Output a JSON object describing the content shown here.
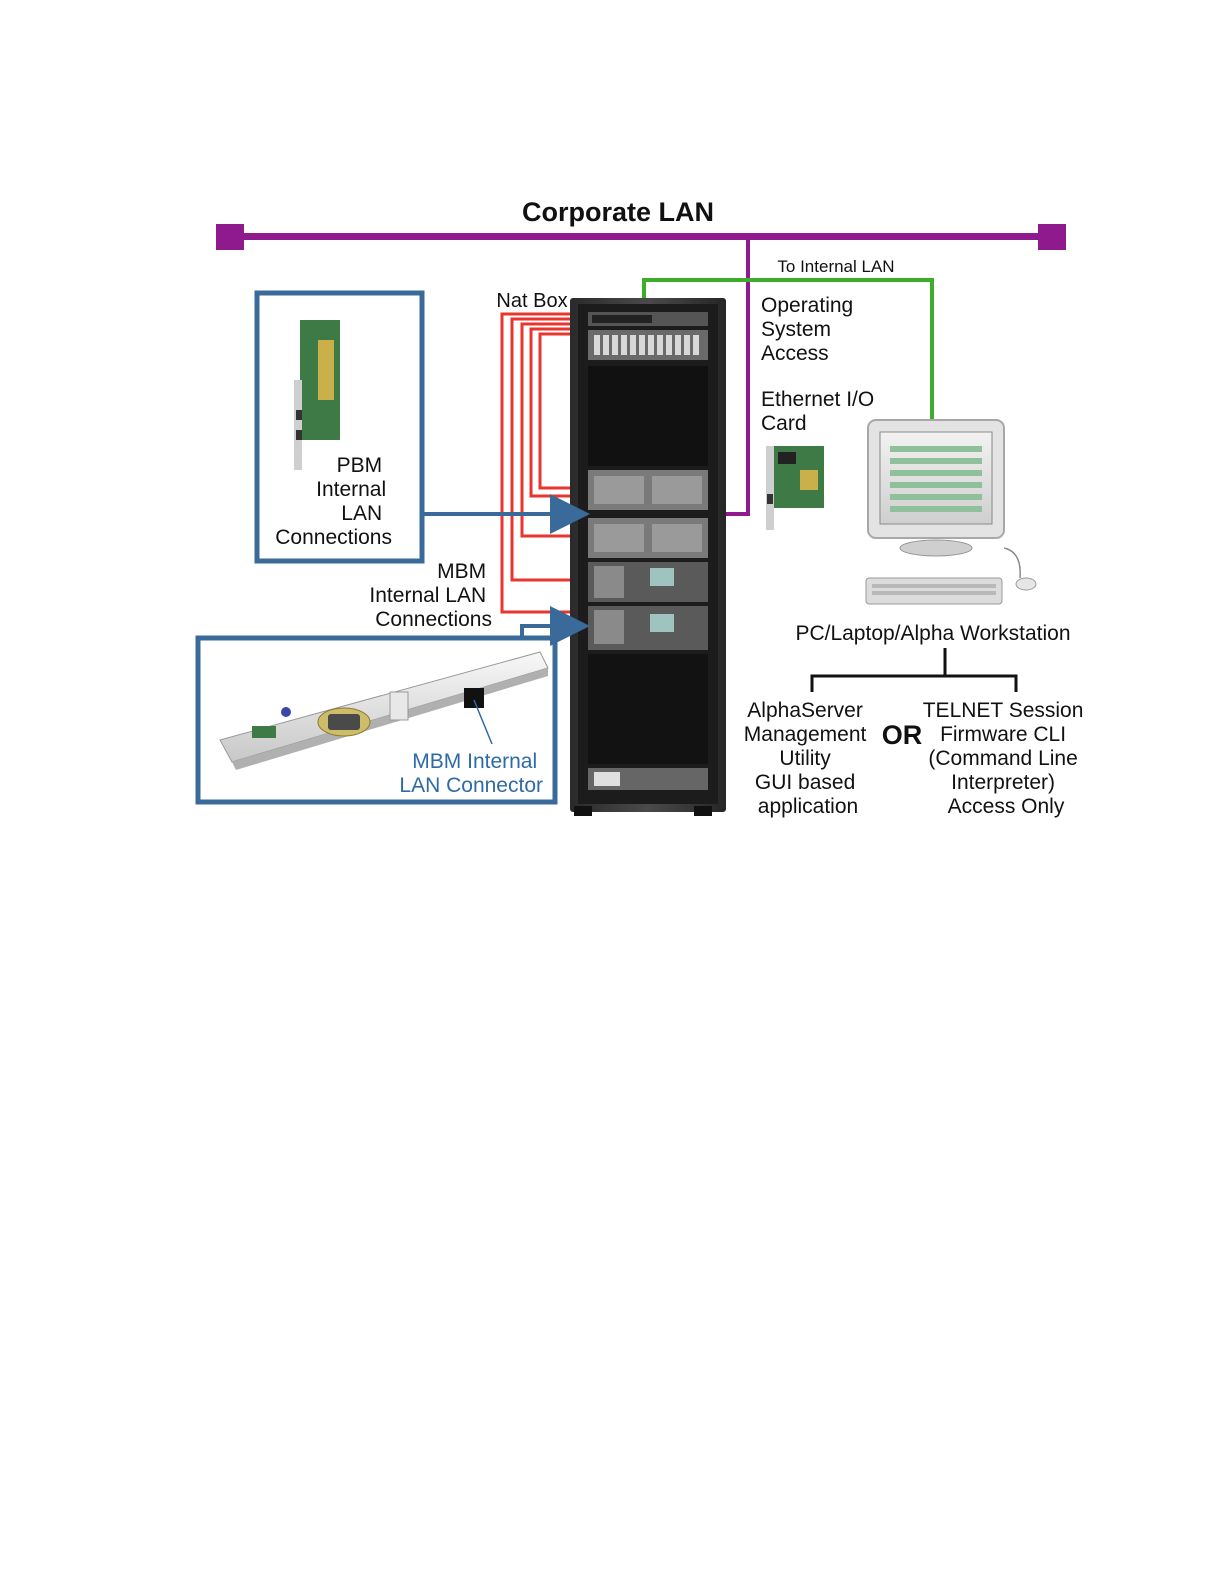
{
  "title": "Corporate LAN",
  "labels": {
    "to_internal_lan": "To Internal LAN",
    "nat_box": "Nat Box",
    "os_access": [
      "Operating",
      "System",
      "Access"
    ],
    "ethernet_io": [
      "Ethernet I/O",
      "Card"
    ],
    "pbm": [
      "PBM",
      "Internal",
      "LAN",
      "Connections"
    ],
    "mbm": [
      "MBM",
      "Internal LAN",
      "Connections"
    ],
    "mbm_connector": [
      "MBM Internal",
      "LAN Connector"
    ],
    "workstation": "PC/Laptop/Alpha Workstation",
    "alphaserver": [
      "AlphaServer",
      "Management",
      "Utility",
      "GUI based",
      "application"
    ],
    "or": "OR",
    "telnet": [
      "TELNET Session",
      "Firmware CLI",
      "(Command Line",
      "Interpreter)",
      "Access Only"
    ]
  },
  "colors": {
    "corporate_lan": "#8e1a8e",
    "internal_lan": "#3cae2a",
    "nat_links": "#e8352e",
    "pbm_box": "#3a6a9a",
    "mbm_connector_text": "#2f6aa8"
  },
  "icons": [
    "pci-card-icon",
    "server-rack-icon",
    "workstation-icon",
    "connector-plate-icon"
  ]
}
